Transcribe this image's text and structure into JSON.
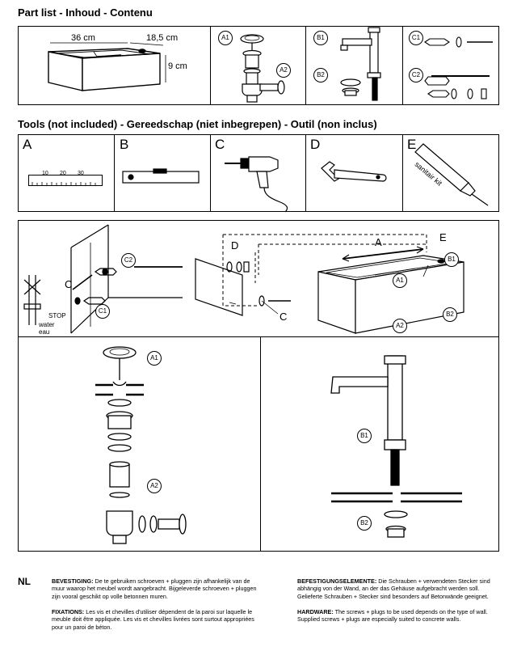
{
  "headings": {
    "parts": "Part list - Inhoud - Contenu",
    "tools": "Tools (not included) - Gereedschap (niet inbegrepen) -  Outil (non inclus)"
  },
  "parts": {
    "basin": {
      "width": "36 cm",
      "depth": "18,5 cm",
      "height": "9 cm"
    },
    "labels": {
      "a1": "A1",
      "a2": "A2",
      "b1": "B1",
      "b2": "B2",
      "c1": "C1",
      "c2": "C2"
    }
  },
  "tools": {
    "items": [
      {
        "letter": "A",
        "icon": "ruler-icon",
        "ticks": [
          "10",
          "20",
          "30"
        ]
      },
      {
        "letter": "B",
        "icon": "level-icon"
      },
      {
        "letter": "C",
        "icon": "drill-icon"
      },
      {
        "letter": "D",
        "icon": "wrench-icon"
      },
      {
        "letter": "E",
        "icon": "sealant-tube-icon",
        "tube_text": "sanitair kit"
      }
    ]
  },
  "assembly": {
    "labels": {
      "d": "D",
      "a": "A",
      "e": "E",
      "c_left": "C",
      "c_bottom": "C",
      "c1": "C1",
      "c2": "C2",
      "b1": "B1",
      "b2": "B2",
      "a1": "A1",
      "a2": "A2"
    },
    "stop_text": "STOP",
    "water_text": "water",
    "eau_text": "eau"
  },
  "detail": {
    "a1": "A1",
    "a2": "A2",
    "b1": "B1",
    "b2": "B2"
  },
  "footer": {
    "lang": "NL",
    "p1_title": "BEVESTIGING:",
    "p1_body": " De te gebruiken schroeven + pluggen zijn afhankelijk van de muur waarop het meubel wordt aangebracht. Bijgeleverde schroeven + pluggen zijn vooral geschikt op volle betonnen muren.",
    "p2_title": "FIXATIONS:",
    "p2_body": " Les vis et chevilles d'utiliser dépendent de la paroi sur laquelle le meuble doit être appliquée. Les vis et chevilles livrées sont surtout appropriées pour un paroi de béton.",
    "p3_title": "BEFESTIGUNGSELEMENTE:",
    "p3_body": " Die Schrauben + verwendeten Stecker sind abhängig von der Wand, an der das Gehäuse aufgebracht werden soll. Gelieferte Schrauben + Stecker sind besonders auf Betonwände geeignet.",
    "p4_title": "HARDWARE:",
    "p4_body": " The screws + plugs to be used depends on the type of wall. Supplied screws + plugs are especially suited to concrete walls."
  }
}
